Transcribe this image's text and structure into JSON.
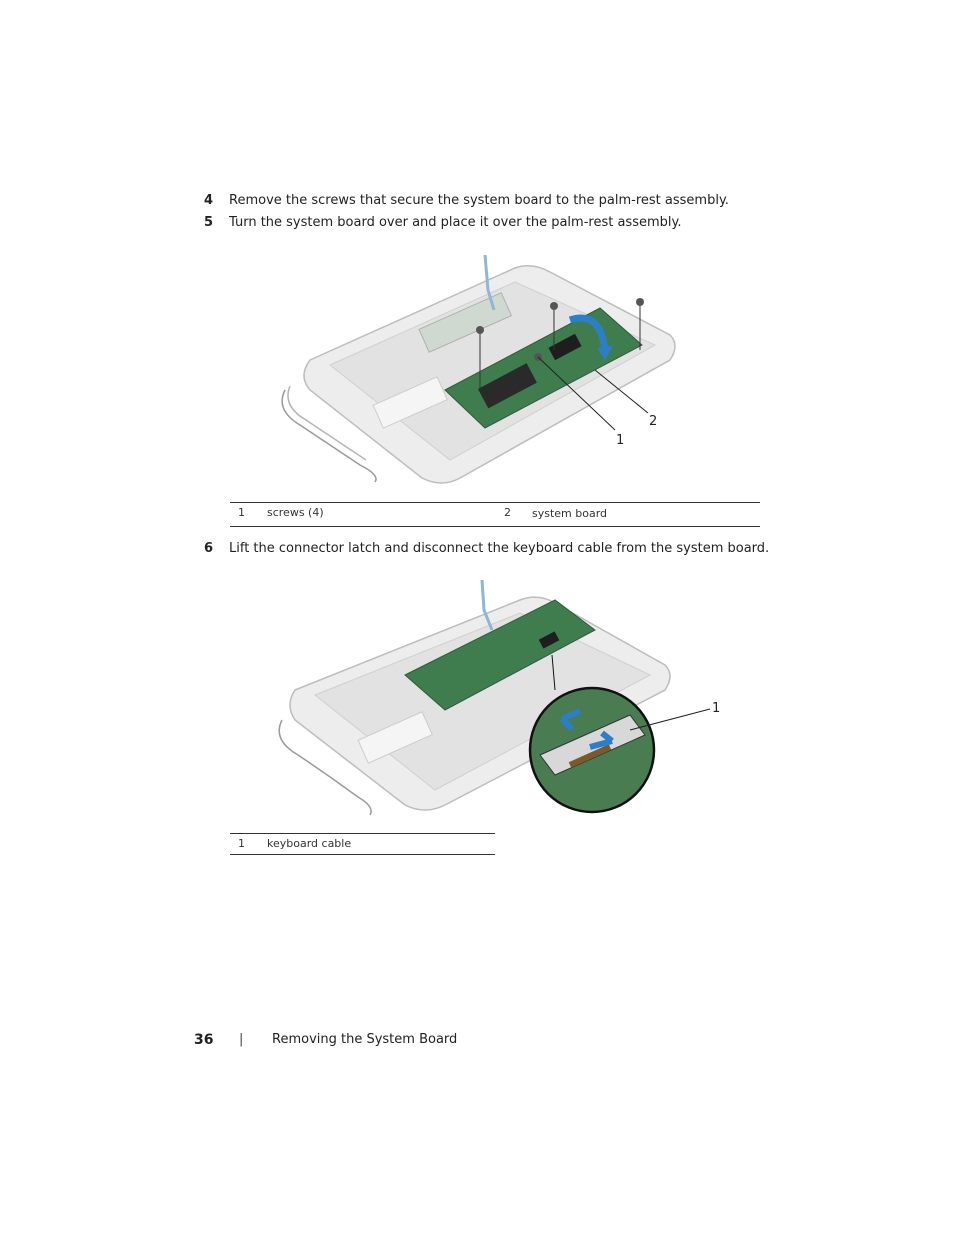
{
  "steps": [
    {
      "number": "4",
      "text": "Remove the screws that secure the system board to the palm-rest assembly."
    },
    {
      "number": "5",
      "text": "Turn the system board over and place it over the palm-rest assembly."
    },
    {
      "number": "6",
      "text": "Lift the connector latch and disconnect the keyboard cable from the system board."
    }
  ],
  "figure1": {
    "callouts": [
      {
        "num": "1",
        "label": "screws (4)"
      },
      {
        "num": "2",
        "label": "system board"
      }
    ],
    "markers": [
      "1",
      "2"
    ]
  },
  "figure2": {
    "callouts": [
      {
        "num": "1",
        "label": "keyboard cable"
      }
    ],
    "markers": [
      "1"
    ]
  },
  "footer": {
    "page_number": "36",
    "separator": "|",
    "chapter": "Removing the System Board"
  },
  "colors": {
    "arrow": "#2a7fc8",
    "board": "#3f7d4e",
    "chassis": "#c9c9c9"
  }
}
